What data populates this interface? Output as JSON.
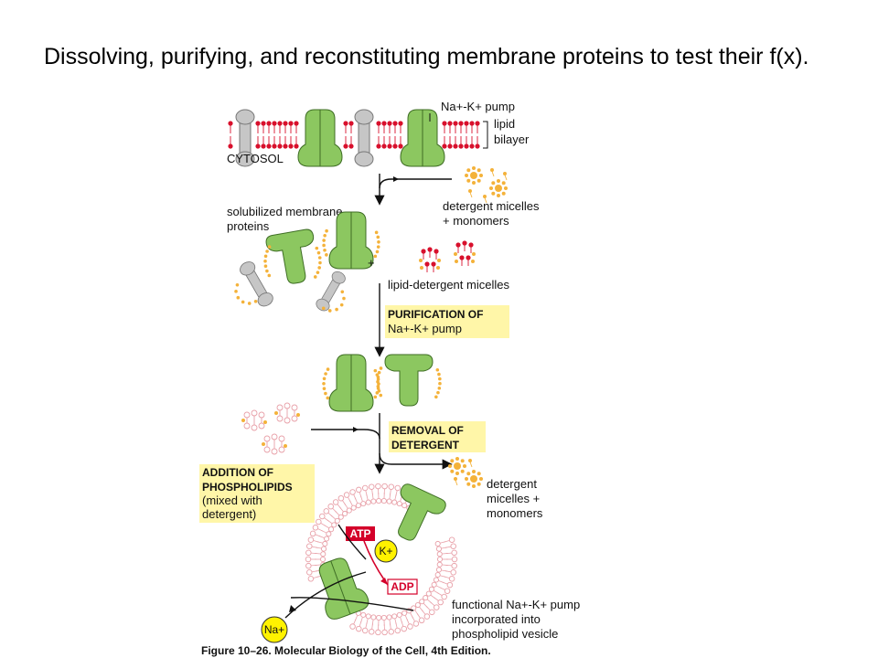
{
  "title": "Dissolving, purifying, and reconstituting membrane proteins to test their f(x).",
  "labels": {
    "pump_top": "Na+-K+ pump",
    "lipid": "lipid",
    "bilayer": "bilayer",
    "cytosol": "CYTOSOL",
    "solubilized_1": "solubilized membrane",
    "solubilized_2": "proteins",
    "det_micelles_1": "detergent micelles",
    "det_micelles_2": "+ monomers",
    "plus": "+",
    "lipid_det": "lipid-detergent micelles",
    "purif_1": "PURIFICATION OF",
    "purif_2": "Na+-K+ pump",
    "removal_1": "REMOVAL OF",
    "removal_2": "DETERGENT",
    "addition_1": "ADDITION OF",
    "addition_2": "PHOSPHOLIPIDS",
    "addition_3": "(mixed with",
    "addition_4": "detergent)",
    "det_out_1": "detergent",
    "det_out_2": "micelles +",
    "det_out_3": "monomers",
    "atp": "ATP",
    "adp": "ADP",
    "k_ion": "K+",
    "na_ion": "Na+",
    "func_1": "functional Na+-K+ pump",
    "func_2": "incorporated into",
    "func_3": "phospholipid vesicle",
    "caption": "Figure 10–26. Molecular Biology of the Cell, 4th Edition."
  },
  "colors": {
    "protein_green": "#8cc760",
    "protein_outline": "#3f6e25",
    "grey_protein": "#c6c6c6",
    "lipid_red": "#d8102c",
    "vesicle_pink": "#e8a0a8",
    "detergent_yellow": "#f4b23a",
    "highlight_box": "#fff6a8",
    "atp_red": "#d4002a",
    "ion_yellow": "#fff200"
  }
}
